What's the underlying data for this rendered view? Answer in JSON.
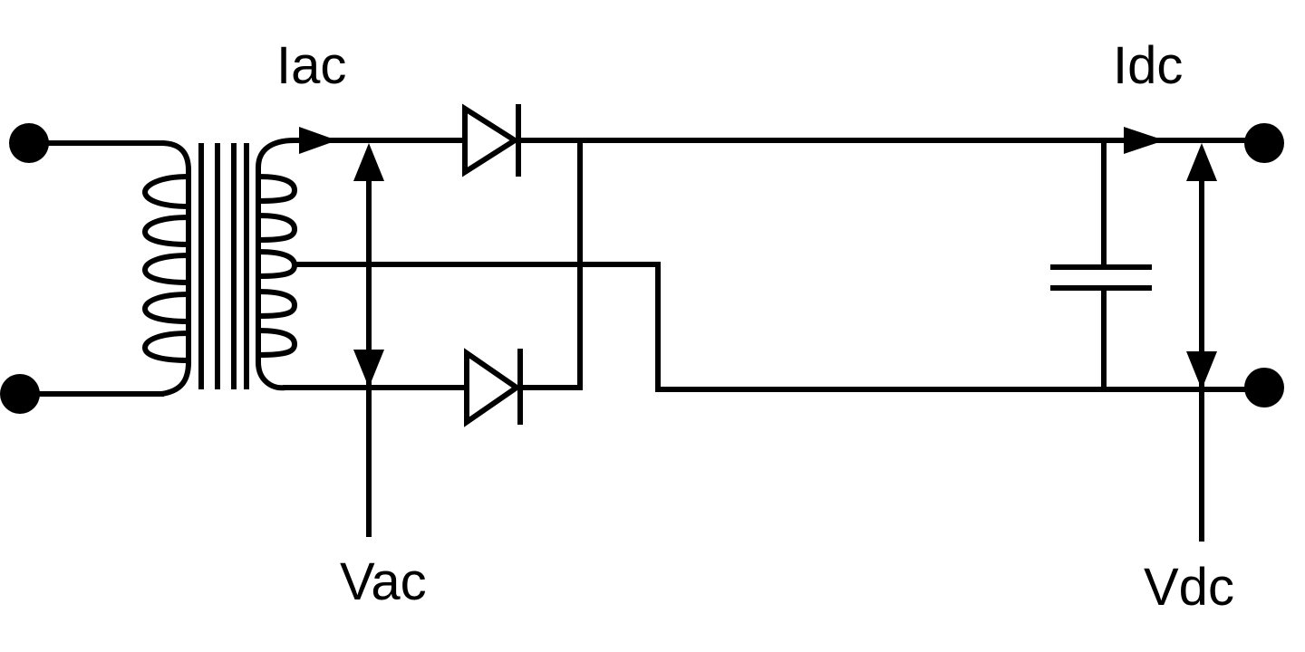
{
  "labels": {
    "iac": "Iac",
    "vac": "Vac",
    "idc": "Idc",
    "vdc": "Vdc"
  },
  "colors": {
    "ink": "#000000",
    "background": "#ffffff"
  }
}
